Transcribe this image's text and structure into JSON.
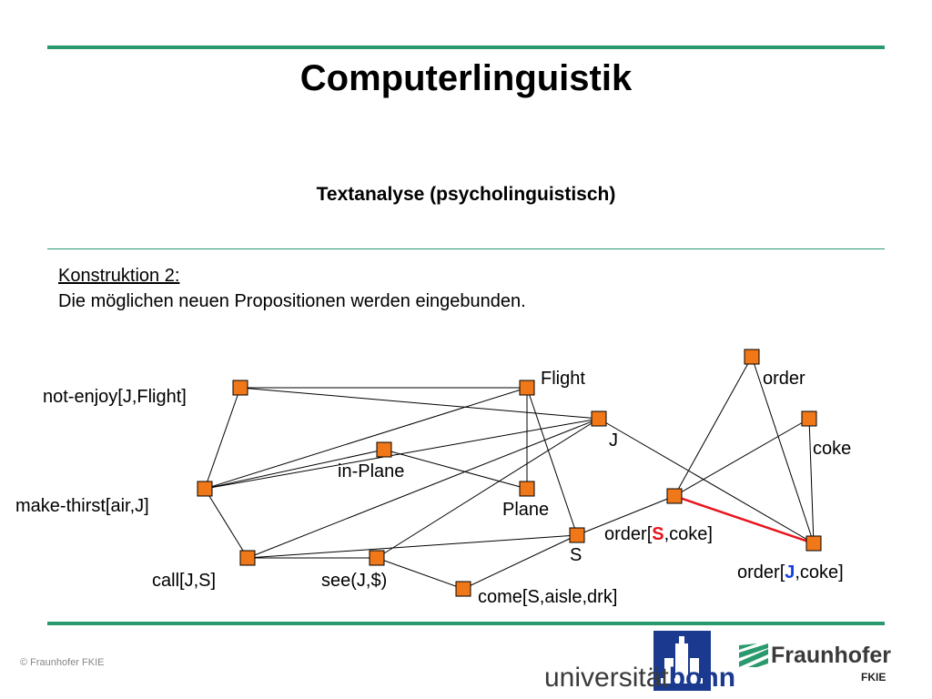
{
  "title": "Computerlinguistik",
  "subtitle": "Textanalyse (psycholinguistisch)",
  "heading": "Konstruktion 2:",
  "description": "Die möglichen neuen Propositionen werden eingebunden.",
  "diagram": {
    "nodes": [
      {
        "id": "not-enjoy",
        "label": "not-enjoy[J,Flight]"
      },
      {
        "id": "flight",
        "label": "Flight"
      },
      {
        "id": "j",
        "label": "J"
      },
      {
        "id": "in-plane",
        "label": "in-Plane"
      },
      {
        "id": "plane",
        "label": "Plane"
      },
      {
        "id": "make-thirst",
        "label": "make-thirst[air,J]"
      },
      {
        "id": "s",
        "label": "S"
      },
      {
        "id": "call",
        "label": "call[J,S]"
      },
      {
        "id": "see",
        "label": "see(J,$)"
      },
      {
        "id": "come",
        "label": "come[S,aisle,drk]"
      },
      {
        "id": "order",
        "label": "order"
      },
      {
        "id": "coke",
        "label": "coke"
      },
      {
        "id": "order-s",
        "label_prefix": "order[",
        "label_var": "S",
        "label_suffix": ",coke]",
        "var_color": "#e8141c"
      },
      {
        "id": "order-j",
        "label_prefix": "order[",
        "label_var": "J",
        "label_suffix": ",coke]",
        "var_color": "#1a3ee0"
      }
    ],
    "edges": [
      [
        "not-enjoy",
        "flight"
      ],
      [
        "not-enjoy",
        "j"
      ],
      [
        "not-enjoy",
        "make-thirst"
      ],
      [
        "flight",
        "make-thirst"
      ],
      [
        "flight",
        "plane"
      ],
      [
        "flight",
        "s"
      ],
      [
        "j",
        "make-thirst"
      ],
      [
        "j",
        "call"
      ],
      [
        "j",
        "see"
      ],
      [
        "j",
        "order-j"
      ],
      [
        "in-plane",
        "make-thirst"
      ],
      [
        "in-plane",
        "plane"
      ],
      [
        "make-thirst",
        "call"
      ],
      [
        "call",
        "see"
      ],
      [
        "call",
        "s"
      ],
      [
        "see",
        "come"
      ],
      [
        "come",
        "s"
      ],
      [
        "s",
        "order-s"
      ],
      [
        "order",
        "order-s"
      ],
      [
        "order",
        "order-j"
      ],
      [
        "coke",
        "order-s"
      ],
      [
        "coke",
        "order-j"
      ]
    ],
    "highlight_edge": [
      "order-s",
      "order-j"
    ],
    "highlight_color": "#e8141c",
    "node_fill": "#f07818",
    "edge_color": "#000000"
  },
  "footer": {
    "copyright": "© Fraunhofer FKIE",
    "university_prefix": "universität",
    "university_suffix": "bonn",
    "fraunhofer_name": "Fraunhofer",
    "fraunhofer_unit": "FKIE"
  }
}
